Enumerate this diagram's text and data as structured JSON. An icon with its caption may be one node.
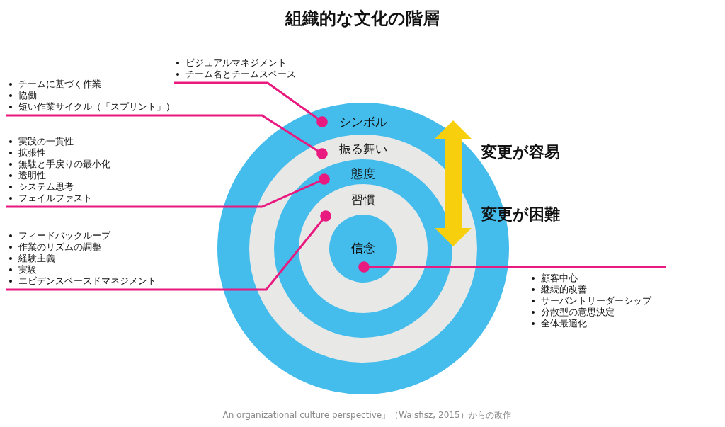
{
  "diagram": {
    "title": "組織的な文化の階層",
    "caption": "「An organizational culture perspective」（Waisfisz, 2015）からの改作",
    "nodes": [
      {
        "text": [
          "シンボル"
        ]
      },
      {
        "text": [
          "振る舞い"
        ],
        "in": 0
      },
      {
        "text": [
          "態度"
        ],
        "in": 1
      },
      {
        "text": [
          "習慣"
        ],
        "in": 2
      },
      {
        "text": [
          "信念"
        ],
        "in": 3
      },
      {
        "text": [
          "ビジュアルマネジメント",
          "チーム名とチームスペース"
        ]
      },
      {
        "text": [
          "チームに基づく作業",
          "協働",
          "短い作業サイクル（「スプリント」）"
        ]
      },
      {
        "text": [
          "実践の一貫性",
          "拡張性",
          "無駄と手戻りの最小化",
          "透明性",
          "システム思考",
          "フェイルファスト"
        ]
      },
      {
        "text": [
          "フィードバックループ",
          "作業のリズムの調整",
          "経験主義",
          "実験",
          "エビデンスベースドマネジメント"
        ]
      },
      {
        "text": [
          "顧客中心",
          "継続的改善",
          "サーバントリーダーシップ",
          "分散型の意思決定",
          "全体最適化"
        ]
      }
    ],
    "edges": [
      {
        "from": 5,
        "to": 0,
        "arrow": "other"
      },
      {
        "from": 6,
        "to": 1,
        "arrow": "other"
      },
      {
        "from": 7,
        "to": 2,
        "arrow": "other"
      },
      {
        "from": 8,
        "to": 3,
        "arrow": "other"
      },
      {
        "from": 9,
        "to": 4,
        "arrow": "other"
      }
    ],
    "labels": [
      "変更が容易",
      "変更が困難"
    ]
  }
}
